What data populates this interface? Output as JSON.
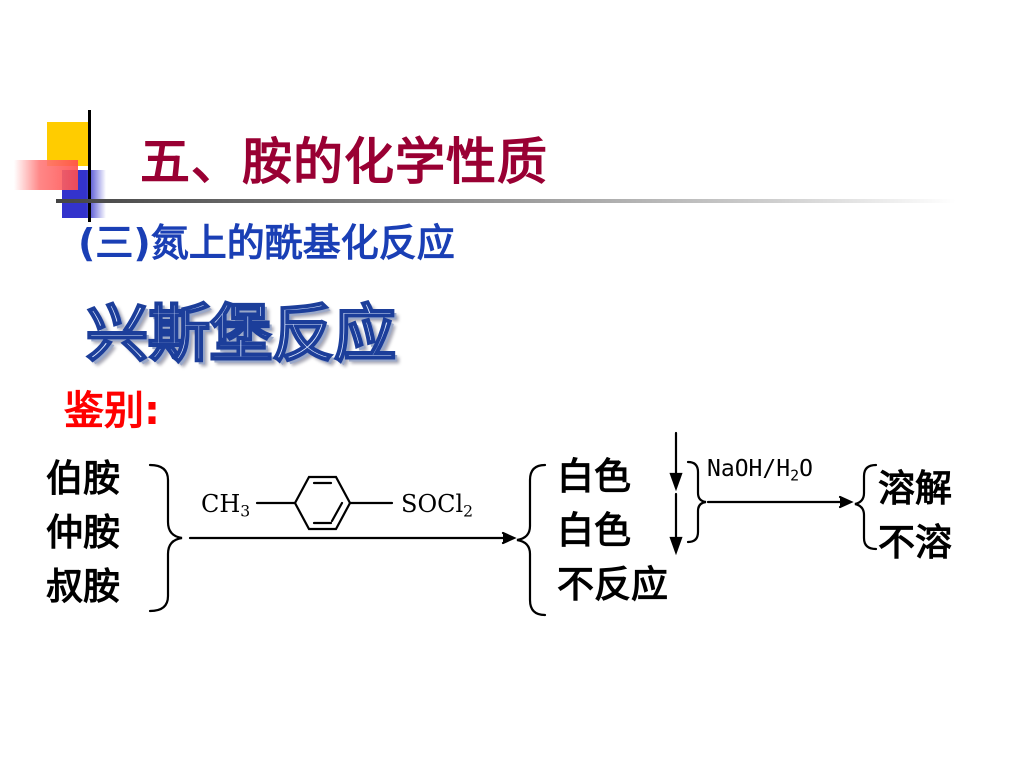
{
  "title": "五、胺的化学性质",
  "subtitle": "(三)氮上的酰基化反应",
  "reaction_name": "兴斯堡反应",
  "identify_label": "鉴别:",
  "amines": [
    "伯胺",
    "仲胺",
    "叔胺"
  ],
  "reagent": {
    "left": "CH",
    "left_sub": "3",
    "right": "SOCl",
    "right_sub": "2"
  },
  "precipitate_results": [
    "白色",
    "白色",
    "不反应"
  ],
  "base_reagent": {
    "main": "NaOH/H",
    "sub": "2",
    "tail": "O"
  },
  "solubility_results": [
    "溶解",
    "不溶"
  ],
  "colors": {
    "title": "#990033",
    "subtitle": "#1a3fb5",
    "identify": "#ff0000",
    "deco_yellow": "#ffcc00",
    "deco_blue": "#3333cc",
    "deco_red": "#ff6666"
  }
}
